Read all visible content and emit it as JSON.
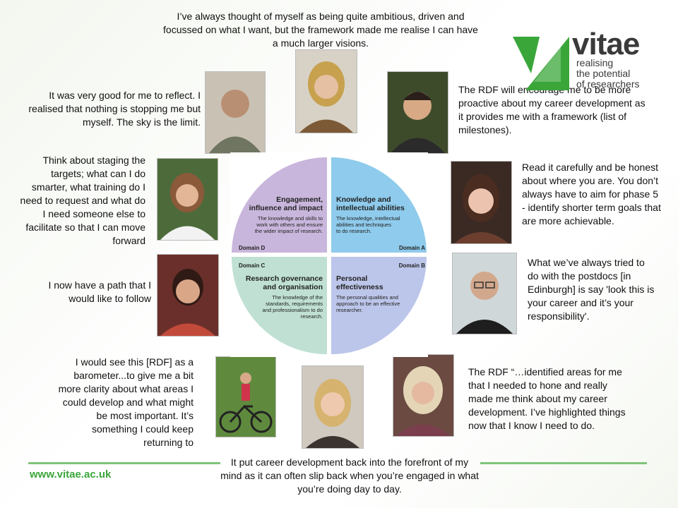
{
  "quotes": {
    "q_top": "I’ve always thought of myself as being quite ambitious, driven and focussed on what I want, but the framework made me realise I can have a much larger visions.",
    "q_reflect": "It was very good for me to reflect. I realised that nothing is stopping me but myself.  The sky is the limit.",
    "q_rdf_proactive": "The RDF will encourage me to be more proactive about my career development as it provides me with a framework (list of milestones).",
    "q_staging": "Think about staging the targets; what can I do smarter, what training do I need to request and what do I need someone else to facilitate so that I can move forward",
    "q_read": "Read it carefully and be honest about where you are.  You don’t always have to aim for phase 5 - identify shorter term goals that are more achievable.",
    "q_path": "I now have a path that I would like to follow",
    "q_postdocs": "What we’ve always tried to do with the postdocs [in Edinburgh] is say 'look this is your career and it’s your responsibility'.",
    "q_barometer": "I would see this [RDF] as a barometer...to give me a bit more clarity about what areas I could develop and what might be most important.  It’s something I could keep returning to",
    "q_identified": "The RDF “…identified areas for me that I needed to hone and really made me think about my career development.  I’ve highlighted things now that I know I need to do.",
    "q_bottom": "It put career development back into the forefront of my mind as it can often slip back when you’re engaged in what you’re doing day to day."
  },
  "logo": {
    "word": "vitae",
    "tagline_1": "realising",
    "tagline_2": "the potential",
    "tagline_3": "of researchers"
  },
  "footer": {
    "url": "www.vitae.ac.uk"
  },
  "wheel": {
    "domain_d": {
      "title_1": "Engagement,",
      "title_2": "influence and impact",
      "desc_1": "The knowledge and skills to",
      "desc_2": "work with others and ensure",
      "desc_3": "the wider impact of research.",
      "label": "Domain D"
    },
    "domain_a": {
      "title_1": "Knowledge and",
      "title_2": "intellectual abilities",
      "desc_1": "The knowledge, intellectual",
      "desc_2": "abilities and techniques",
      "desc_3": "to do research.",
      "label": "Domain A"
    },
    "domain_c": {
      "title_1": "Research governance",
      "title_2": "and organisation",
      "desc_1": "The knowledge of the",
      "desc_2": "standards, requirements",
      "desc_3": "and professionalism to do",
      "desc_4": "research.",
      "label": "Domain C"
    },
    "domain_b": {
      "title_1": "Personal",
      "title_2": "effectiveness",
      "desc_1": "The personal qualities and",
      "desc_2": "approach to be an effective",
      "desc_3": "researcher.",
      "label": "Domain B"
    }
  },
  "colors": {
    "domain_d": "#c9b6dc",
    "domain_a": "#8fcbec",
    "domain_c": "#bfe0d2",
    "domain_b": "#bcc6ea",
    "brand_green": "#3aa63a"
  },
  "icons": [
    "person-photo",
    "vitae-logo-mark"
  ]
}
